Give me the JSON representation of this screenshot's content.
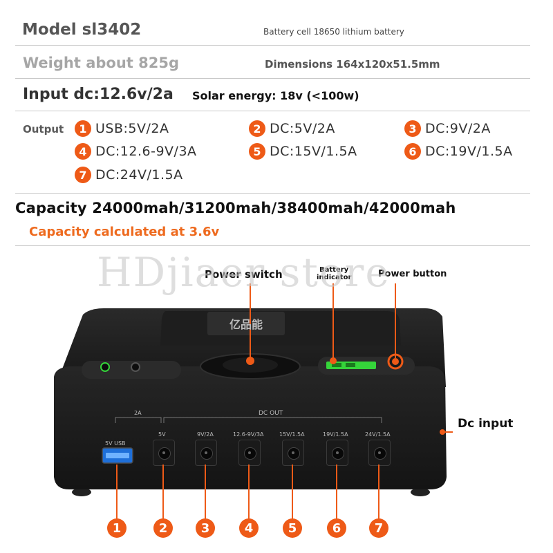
{
  "specs": {
    "model": "Model sl3402",
    "cell": "Battery cell 18650 lithium battery",
    "weight": "Weight about 825g",
    "dimensions": "Dimensions 164x120x51.5mm",
    "input": "Input dc:12.6v/2a",
    "solar": "Solar energy: 18v (<100w)"
  },
  "output": {
    "label": "Output",
    "items": [
      {
        "num": "1",
        "text": "USB:5V/2A"
      },
      {
        "num": "2",
        "text": "DC:5V/2A"
      },
      {
        "num": "3",
        "text": "DC:9V/2A"
      },
      {
        "num": "4",
        "text": "DC:12.6-9V/3A"
      },
      {
        "num": "5",
        "text": "DC:15V/1.5A"
      },
      {
        "num": "6",
        "text": "DC:19V/1.5A"
      },
      {
        "num": "7",
        "text": "DC:24V/1.5A"
      }
    ]
  },
  "capacity": {
    "main": "Capacity 24000mah/31200mah/38400mah/42000mah",
    "note": "Capacity calculated at 3.6v"
  },
  "watermark": "HDjiaer store",
  "callouts": {
    "power_switch": "Power switch",
    "battery_indicator_1": "Battery",
    "battery_indicator_2": "indicator",
    "power_button": "Power button",
    "dc_input": "Dc input"
  },
  "device": {
    "usb_group": "2A",
    "dc_group": "DC OUT",
    "ports": [
      "5V USB",
      "5V",
      "9V/2A",
      "12.6-9V/3A",
      "15V/1.5A",
      "19V/1.5A",
      "24V/1.5A"
    ],
    "brand_mark": "亿品能"
  },
  "bottom_numbers": [
    "1",
    "2",
    "3",
    "4",
    "5",
    "6",
    "7"
  ],
  "colors": {
    "accent": "#ee5a17",
    "device_body": "#1c1c1c",
    "battery_led": "#35d43a"
  }
}
